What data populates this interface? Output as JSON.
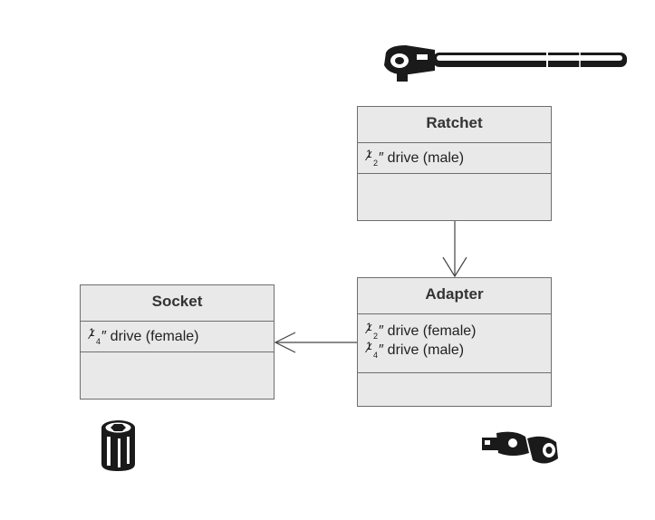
{
  "classes": {
    "ratchet": {
      "name": "Ratchet",
      "attrs": [
        {
          "num": "1",
          "den": "2",
          "mark": "″",
          "text": "drive (male)"
        }
      ]
    },
    "adapter": {
      "name": "Adapter",
      "attrs": [
        {
          "num": "1",
          "den": "2",
          "mark": "″",
          "text": "drive (female)"
        },
        {
          "num": "1",
          "den": "4",
          "mark": "″",
          "text": "drive (male)"
        }
      ]
    },
    "socket": {
      "name": "Socket",
      "attrs": [
        {
          "num": "1",
          "den": "4",
          "mark": "″",
          "text": "drive (female)"
        }
      ]
    }
  },
  "icons": [
    "ratchet-wrench-icon",
    "socket-icon",
    "universal-joint-adapter-icon"
  ]
}
